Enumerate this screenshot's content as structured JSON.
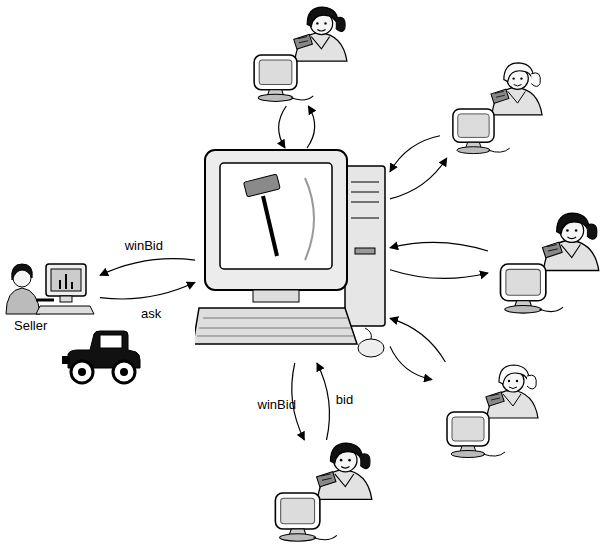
{
  "diagram": {
    "nodes": [
      {
        "text": []
      },
      {
        "text": []
      },
      {
        "text": []
      },
      {
        "text": []
      },
      {
        "text": [
          "Seller"
        ]
      },
      {
        "text": []
      },
      {
        "text": []
      }
    ],
    "edges": [
      {
        "from": 2,
        "to": 4,
        "arrow": "to",
        "label": "winBid"
      },
      {
        "from": 4,
        "to": 2,
        "arrow": "to",
        "label": "ask"
      },
      {
        "from": 2,
        "to": 6,
        "arrow": "to",
        "label": "winBid"
      },
      {
        "from": 6,
        "to": 2,
        "arrow": "to",
        "label": "bid"
      },
      {
        "from": 2,
        "to": 0,
        "arrow": "to"
      },
      {
        "from": 0,
        "to": 2,
        "arrow": "to"
      },
      {
        "from": 1,
        "to": 2,
        "arrow": "to"
      },
      {
        "from": 2,
        "to": 1,
        "arrow": "to"
      },
      {
        "from": 2,
        "to": 3,
        "arrow": "to"
      },
      {
        "from": 3,
        "to": 2,
        "arrow": "to"
      },
      {
        "from": 2,
        "to": 5,
        "arrow": "to"
      },
      {
        "from": 5,
        "to": 2,
        "arrow": "to"
      }
    ]
  }
}
